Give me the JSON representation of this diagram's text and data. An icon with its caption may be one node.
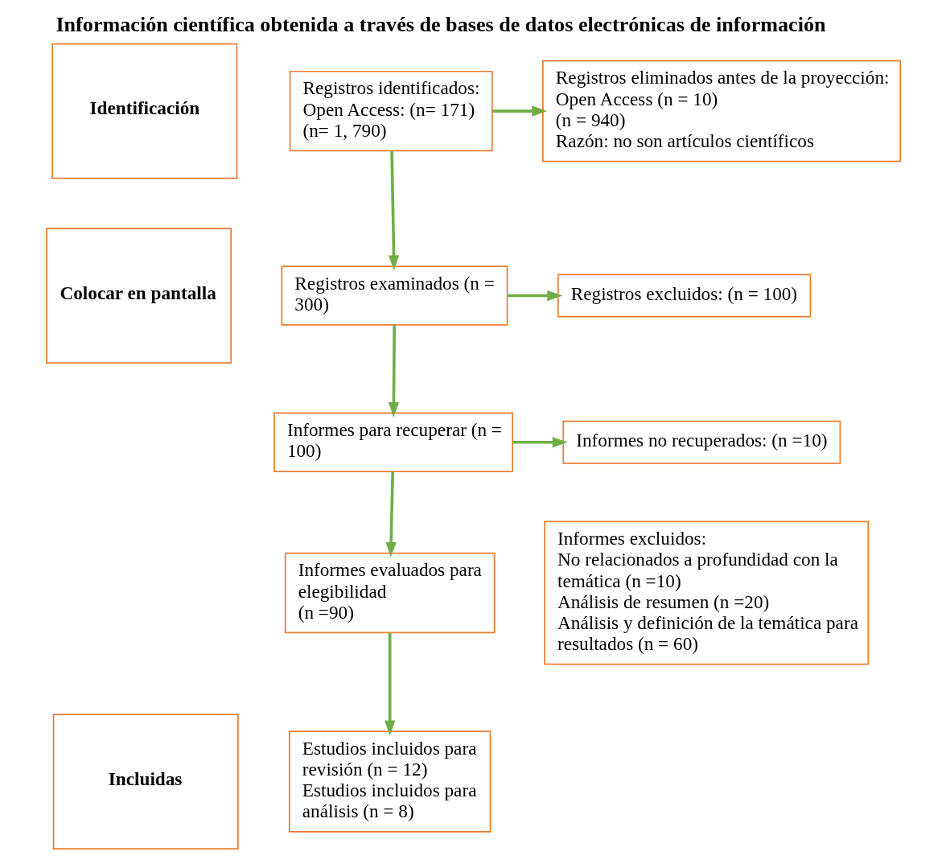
{
  "diagram": {
    "title": "Información científica obtenida a través de bases de datos electrónicas de información",
    "nodes": [
      {
        "text": [
          "Identificación"
        ]
      },
      {
        "text": [
          "Registros identificados:",
          "Open Access: (n= 171)",
          "(n= 1, 790)"
        ]
      },
      {
        "text": [
          "Registros eliminados antes de la proyección:",
          "Open Access (n = 10)",
          "(n = 940)",
          "Razón: no son artículos científicos"
        ]
      },
      {
        "text": [
          "Colocar en pantalla"
        ]
      },
      {
        "text": [
          "Registros examinados (n = 300)"
        ]
      },
      {
        "text": [
          "Registros excluidos: (n = 100)"
        ]
      },
      {
        "text": [
          "Informes para recuperar (n = 100)"
        ]
      },
      {
        "text": [
          "Informes no recuperados: (n =10)"
        ]
      },
      {
        "text": [
          "Informes evaluados para elegibilidad",
          "(n =90)"
        ]
      },
      {
        "text": [
          "Informes excluidos:",
          "No relacionados a profundidad con la temática (n =10)",
          "Análisis de resumen (n =20)",
          "Análisis y definición de la temática para resultados (n = 60)"
        ]
      },
      {
        "text": [
          "Incluidas"
        ]
      },
      {
        "text": [
          "Estudios incluidos para revisión (n = 12)",
          "Estudios incluidos para análisis (n = 8)"
        ]
      }
    ],
    "edges": [
      {
        "from": 1,
        "to": 2,
        "arrow": "to"
      },
      {
        "from": 1,
        "to": 4,
        "arrow": "to"
      },
      {
        "from": 4,
        "to": 5,
        "arrow": "to"
      },
      {
        "from": 4,
        "to": 6,
        "arrow": "to"
      },
      {
        "from": 6,
        "to": 7,
        "arrow": "to"
      },
      {
        "from": 6,
        "to": 8,
        "arrow": "to"
      },
      {
        "from": 8,
        "to": 11,
        "arrow": "to"
      }
    ]
  }
}
